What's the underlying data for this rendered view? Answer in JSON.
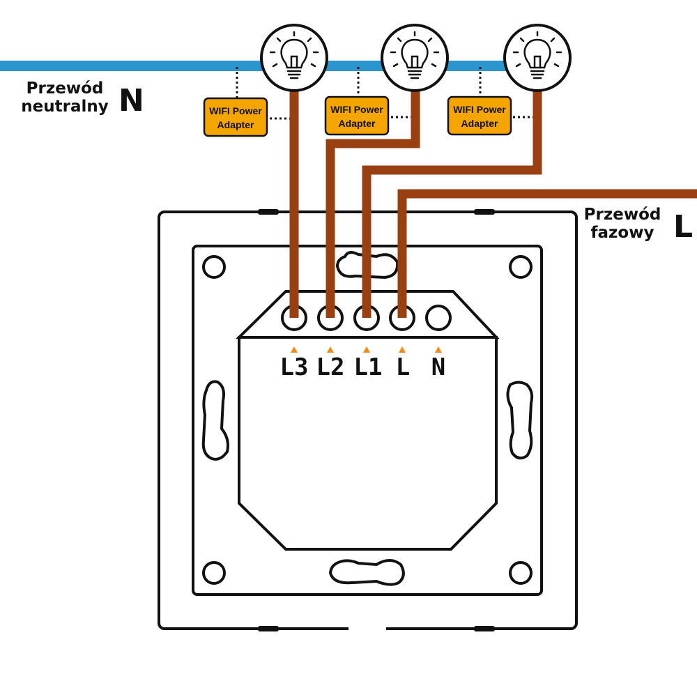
{
  "neutral_wire": {
    "label": "Przewód\nneutralny",
    "letter": "N",
    "color": "#2b95cf"
  },
  "phase_wire": {
    "label": "Przewód\nfazowy",
    "letter": "L",
    "color": "#9a3f12"
  },
  "adapters": [
    {
      "line1": "WIFI Power",
      "line2": "Adapter"
    },
    {
      "line1": "WIFI Power",
      "line2": "Adapter"
    },
    {
      "line1": "WIFI Power",
      "line2": "Adapter"
    }
  ],
  "adapter_color": "#f5a500",
  "marker_color": "#f08a1c",
  "bulbs": [
    "bulb-icon",
    "bulb-icon",
    "bulb-icon"
  ],
  "terminals": [
    "L3",
    "L2",
    "L1",
    "L",
    "N"
  ]
}
